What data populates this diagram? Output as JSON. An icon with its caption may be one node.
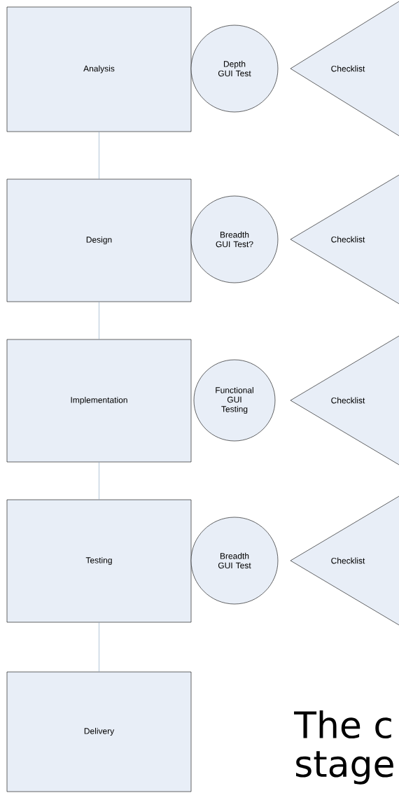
{
  "diagram": {
    "nodes": [
      {
        "text": [
          "Analysis"
        ]
      },
      {
        "text": [
          "Depth GUI Test"
        ]
      },
      {
        "text": [
          "Checklist"
        ]
      },
      {
        "text": [
          "Design"
        ]
      },
      {
        "text": [
          "Breadth GUI Test?"
        ]
      },
      {
        "text": [
          "Checklist"
        ]
      },
      {
        "text": [
          "Implementation"
        ]
      },
      {
        "text": [
          "Functional GUI Testing"
        ]
      },
      {
        "text": [
          "Checklist"
        ]
      },
      {
        "text": [
          "Testing"
        ]
      },
      {
        "text": [
          "Breadth GUI Test"
        ]
      },
      {
        "text": [
          "Checklist"
        ]
      },
      {
        "text": [
          "Delivery"
        ]
      }
    ],
    "edges": [
      {
        "from": 0,
        "to": 3,
        "arrow": "none"
      },
      {
        "from": 3,
        "to": 6,
        "arrow": "none"
      },
      {
        "from": 6,
        "to": 9,
        "arrow": "none"
      },
      {
        "from": 9,
        "to": 12,
        "arrow": "none"
      }
    ],
    "labels": [
      "The c",
      "stage"
    ]
  }
}
